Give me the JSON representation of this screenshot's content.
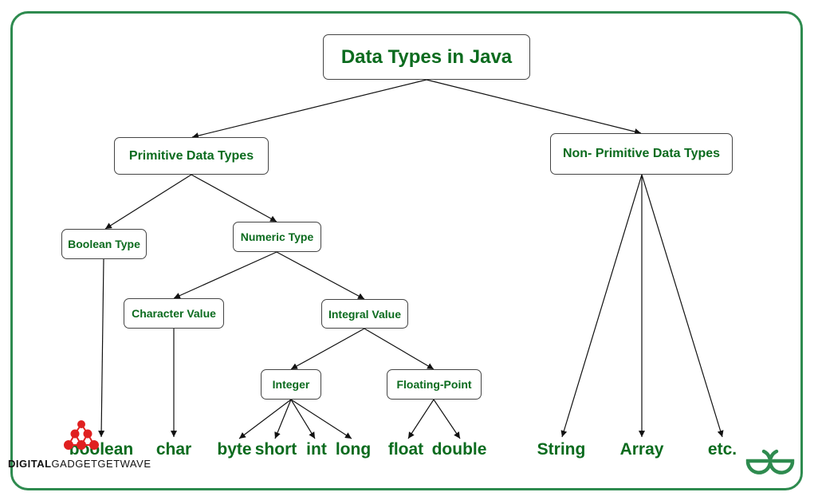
{
  "diagram": {
    "root": "Data Types in Java",
    "primitive": "Primitive Data Types",
    "non_primitive": "Non- Primitive Data Types",
    "boolean_type": "Boolean Type",
    "numeric_type": "Numeric Type",
    "character_value": "Character Value",
    "integral_value": "Integral Value",
    "integer": "Integer",
    "floating_point": "Floating-Point",
    "leaves": {
      "boolean": "boolean",
      "char": "char",
      "byte": "byte",
      "short": "short",
      "int": "int",
      "long": "long",
      "float": "float",
      "double": "double",
      "string": "String",
      "array": "Array",
      "etc": "etc."
    }
  },
  "colors": {
    "text_green": "#0b6b1e",
    "frame_green": "#2e8b4f",
    "watermark_red": "#e02020"
  },
  "logo": {
    "text": "GG"
  },
  "watermark": {
    "bold": "DIGITAL",
    "light": "GADGETGETWAVE"
  }
}
